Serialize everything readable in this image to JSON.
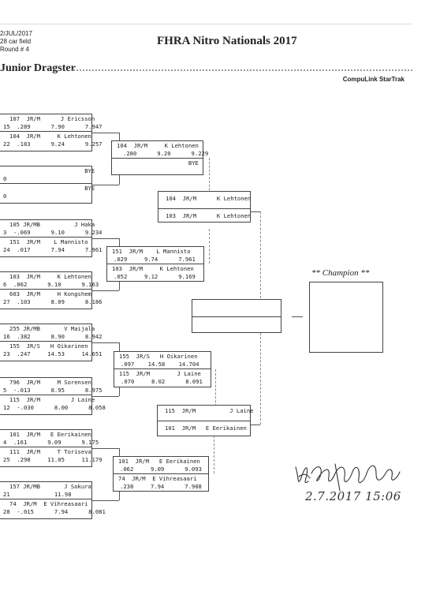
{
  "header": {
    "date": "2/JUL/2017",
    "field": "28 car field",
    "round": "Round # 4",
    "event_title": "FHRA Nitro Nationals 2017",
    "class_name": "Junior Dragster",
    "brand": "CompuLink StarTrak"
  },
  "champion_label": "** Champion **",
  "signature": {
    "date_time": "2.7.2017 15:06"
  },
  "r1": [
    {
      "top": [
        "107  JR/M      J Ericsson",
        "15  .289      7.90      7.947"
      ],
      "bot": [
        "104  JR/M     K Lehtonen",
        "22  .183      9.24      9.257"
      ]
    },
    {
      "top": [
        "                      BYE",
        "0"
      ],
      "bot": [
        "                      BYE",
        "0"
      ]
    },
    {
      "top": [
        "105 JR/MB          J Haka",
        "3  -.069      9.10      9.234"
      ],
      "bot": [
        "151  JR/M    L Mannisto",
        "24  .017      7.94      7.961"
      ]
    },
    {
      "top": [
        "103  JR/M     K Lehtonen",
        "6  .062      9.10      9.163"
      ],
      "bot": [
        "603  JR/M     H Kongshem",
        "27  .103      8.09      8.186"
      ]
    },
    {
      "top": [
        "255 JR/MB       V Maijala",
        "16  .382      8.90      8.942"
      ],
      "bot": [
        "155  JR/S   H Oikarinen",
        "23  .247     14.53     14.651"
      ]
    },
    {
      "top": [
        "796  JR/M     M Sorensen",
        "5  -.013      8.95      8.975"
      ],
      "bot": [
        "115  JR/M         J Laine",
        "12  -.030      8.00      8.058"
      ]
    },
    {
      "top": [
        "101  JR/M   E Eerikainen",
        "4  .161      9.09      9.175"
      ],
      "bot": [
        "111  JR/M     T Toriseva",
        "25  .298     11.05     11.179"
      ]
    },
    {
      "top": [
        "157 JR/MB       J Sokura",
        "21             11.98"
      ],
      "bot": [
        "74  JR/M  E Vihreasaari",
        "28  -.015      7.94      8.081"
      ]
    }
  ],
  "r2": [
    {
      "top": [
        "104  JR/M     K Lehtonen",
        ".280      9.20      9.229"
      ],
      "bot": [
        "                     BYE",
        ""
      ]
    },
    {
      "top": [
        "151  JR/M    L Mannisto",
        ".029     9.74      7.961"
      ],
      "bot": [
        "103  JR/M     K Lehtonen",
        ".052     9.12      9.169"
      ]
    },
    {
      "top": [
        "155  JR/S   H Oikarinen",
        ".097    14.58    14.704"
      ],
      "bot": [
        "115  JR/M        J Laine",
        ".070     8.02      8.091"
      ]
    },
    {
      "top": [
        "101  JR/M   E Eerikainen",
        ".062     9.09      9.093"
      ],
      "bot": [
        "74  JR/M  E Vihreasaari",
        ".238     7.94      7.908"
      ]
    }
  ],
  "r3": [
    {
      "top": "104  JR/M      K Lehtonen",
      "bot": "103  JR/M      K Lehtonen"
    },
    {
      "top": "115  JR/M          J Laine",
      "bot": "101  JR/M   E Eerikainen"
    }
  ]
}
